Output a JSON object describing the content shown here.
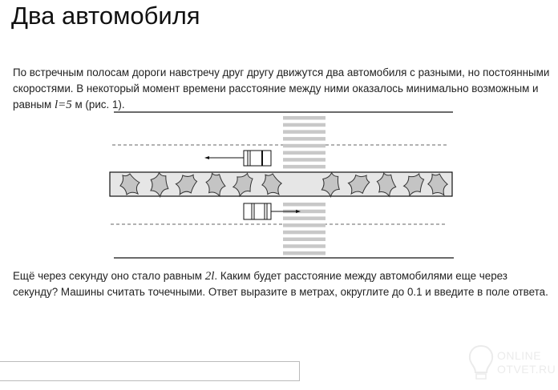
{
  "title": "Два автомобиля",
  "paragraph1": {
    "text_before": "По встречным полосам дороги навстречу друг другу движутся два автомобиля с разными, но постоянными скоростями. В некоторый момент времени расстояние между ними оказалось минимально возможным и равным ",
    "math": "l=5",
    "text_after": " м (рис. 1)."
  },
  "paragraph2": {
    "text_before": "Ещё через секунду оно стало равным ",
    "math": "2l",
    "text_after": ". Каким будет расстояние между автомобилями еще через секунду? Машины считать точечными. Ответ выразите в метрах, округлите до 0.1 и введите в поле ответа."
  },
  "answer_input": {
    "value": "",
    "placeholder": ""
  },
  "watermark": {
    "line1": "ONLINE",
    "line2": "OTVET.RU"
  },
  "colors": {
    "median_fill": "#e6e6e6",
    "bush_fill": "#c4c4c4",
    "crosswalk": "#c8c8c8"
  }
}
